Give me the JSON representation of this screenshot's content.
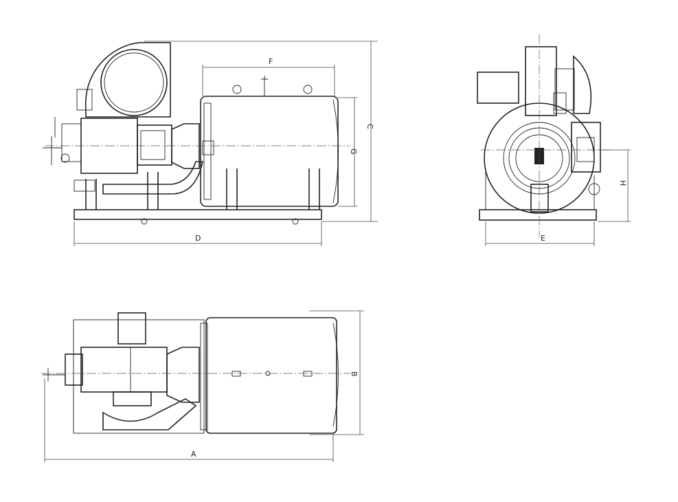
{
  "dimensions": {
    "A": "A",
    "B": "B",
    "C": "C",
    "D": "D",
    "E": "E",
    "F": "F",
    "G": "G",
    "H": "H"
  }
}
